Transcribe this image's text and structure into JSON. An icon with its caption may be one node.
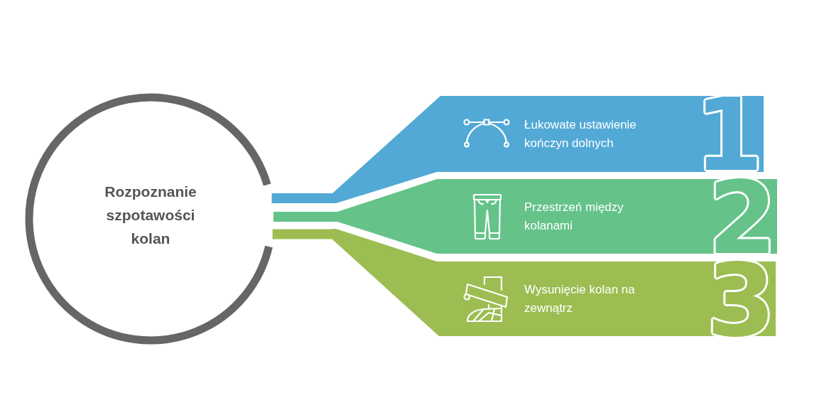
{
  "diagram": {
    "nodes": [
      {
        "text": [
          "Rozpoznanie szpotawości kolan"
        ]
      },
      {
        "text": [
          "Łukowate ustawienie kończyn dolnych",
          "1"
        ]
      },
      {
        "text": [
          "Przestrzeń między kolanami",
          "2"
        ]
      },
      {
        "text": [
          "Wysunięcie kolan na zewnątrz",
          "3"
        ]
      }
    ],
    "edges": [
      {
        "from": 0,
        "to": 1,
        "arrow": "none",
        "color": "#52a9d6"
      },
      {
        "from": 0,
        "to": 2,
        "arrow": "none",
        "color": "#65c38a"
      },
      {
        "from": 0,
        "to": 3,
        "arrow": "none",
        "color": "#9cbd52"
      }
    ]
  }
}
